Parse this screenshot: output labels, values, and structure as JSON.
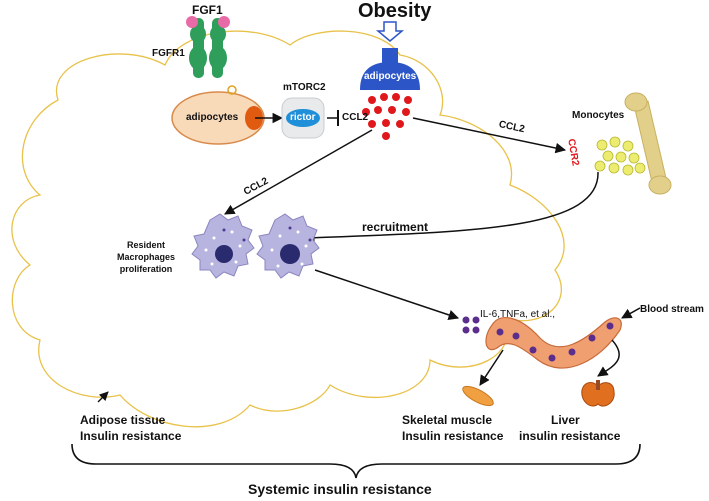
{
  "labels": {
    "fgf1": "FGF1",
    "fgfr1": "FGFR1",
    "obesity": "Obesity",
    "adipocytes_left": "adipocytes",
    "adipocytes_top": "adipocytes",
    "mtorc2": "mTORC2",
    "rictor": "rictor",
    "ccl2_center": "CCL2",
    "ccl2_right": "CCL2",
    "ccl2_left": "CCL2",
    "monocytes": "Monocytes",
    "ccr2": "CCR2",
    "recruitment": "recruitment",
    "resident_line1": "Resident",
    "resident_line2": "Macrophages",
    "resident_line3": "proliferation",
    "cytokines": "IL-6,TNFa, et al.,",
    "blood_stream": "Blood stream",
    "adipose_line1": "Adipose tissue",
    "adipose_line2": "Insulin resistance",
    "skeletal_line1": "Skeletal muscle",
    "skeletal_line2": "Insulin resistance",
    "liver_line1": "Liver",
    "liver_line2": "insulin resistance",
    "systemic": "Systemic insulin resistance"
  },
  "colors": {
    "cloud_outline": "#e8c24a",
    "receptor_green": "#2e9e5a",
    "ligand_pink": "#e86aa6",
    "adipocyte_fill": "#f8d9b8",
    "adipocyte_nucleus": "#e05a10",
    "adipocyte_blue": "#2c56c8",
    "ccl2_red": "#e0181c",
    "rictor_blue": "#1e8fd8",
    "macrophage": "#b8b4e0",
    "macrophage_nucleus": "#2a2a6e",
    "vessel": "#f0a070",
    "vessel_dot": "#5b2d8c",
    "bone": "#e2d08a",
    "monocyte": "#ecec70",
    "muscle": "#f0a040",
    "liver": "#e07020"
  },
  "icons": [
    "inhibit-bar",
    "arrow",
    "open-down-arrow",
    "curly-brace"
  ]
}
